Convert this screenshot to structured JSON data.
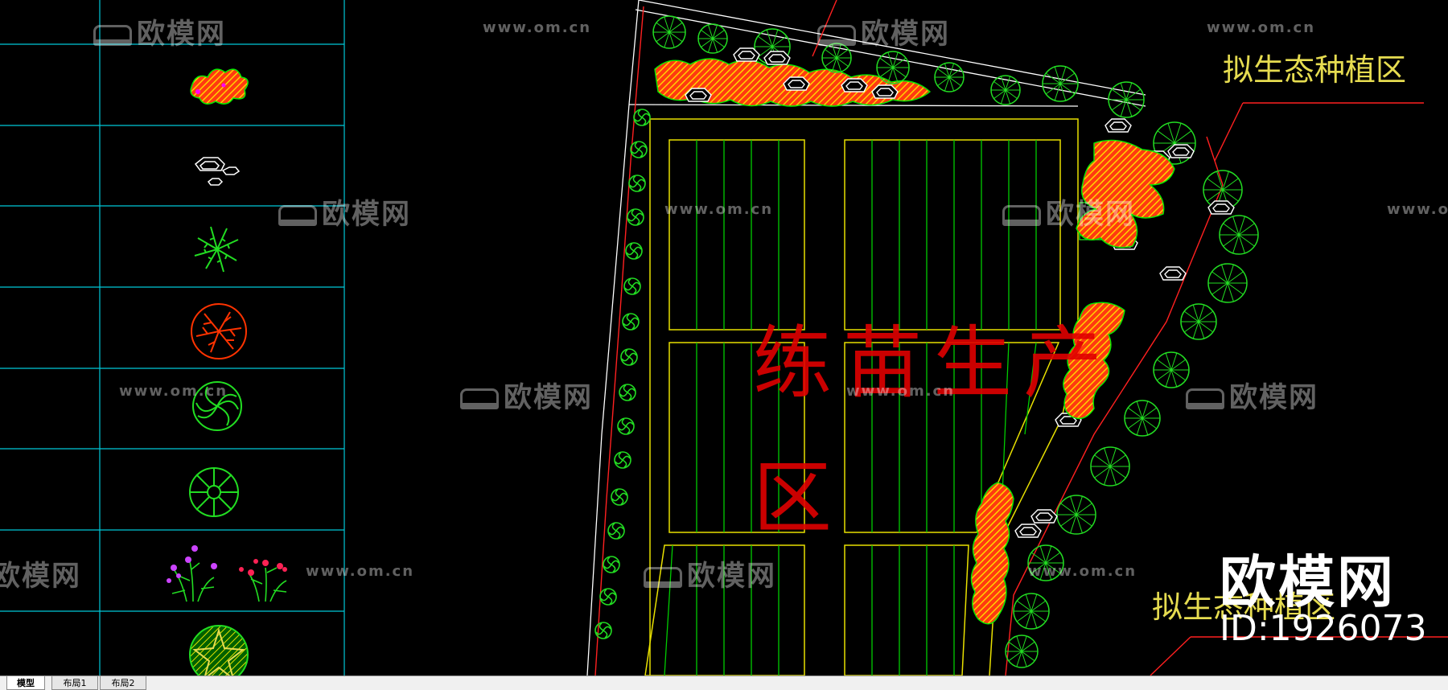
{
  "drawing": {
    "labels": {
      "top_right": "拟生态种植区",
      "bottom_right": "拟生态种植区",
      "center_line1": "练苗生产",
      "center_line2": "区"
    },
    "colors": {
      "background": "#000000",
      "grid_lines": "#00c8d8",
      "bed_outline": "#e8e000",
      "bed_stripes": "#00cc00",
      "boundary": "#ff2020",
      "road": "#ffffff",
      "tree_outline": "#00dd00",
      "shrub_hatch": "#ffcc00",
      "label_yellow": "#e6dc50",
      "label_red": "#e00000"
    },
    "legend_symbols": [
      "hatched-shrub-cluster-icon",
      "rock-cluster-icon",
      "fern-palm-icon",
      "red-tree-icon",
      "pinwheel-tree-icon",
      "radial-tree-icon",
      "flowering-plants-icon",
      "hatched-star-tree-icon"
    ]
  },
  "watermark": {
    "brand_text": "欧模网",
    "url_text": "www.om.cn",
    "id_text": "ID:1926073"
  },
  "layout_tabs": [
    {
      "label": "模型",
      "active": true
    },
    {
      "label": "布局1",
      "active": false
    },
    {
      "label": "布局2",
      "active": false
    }
  ]
}
